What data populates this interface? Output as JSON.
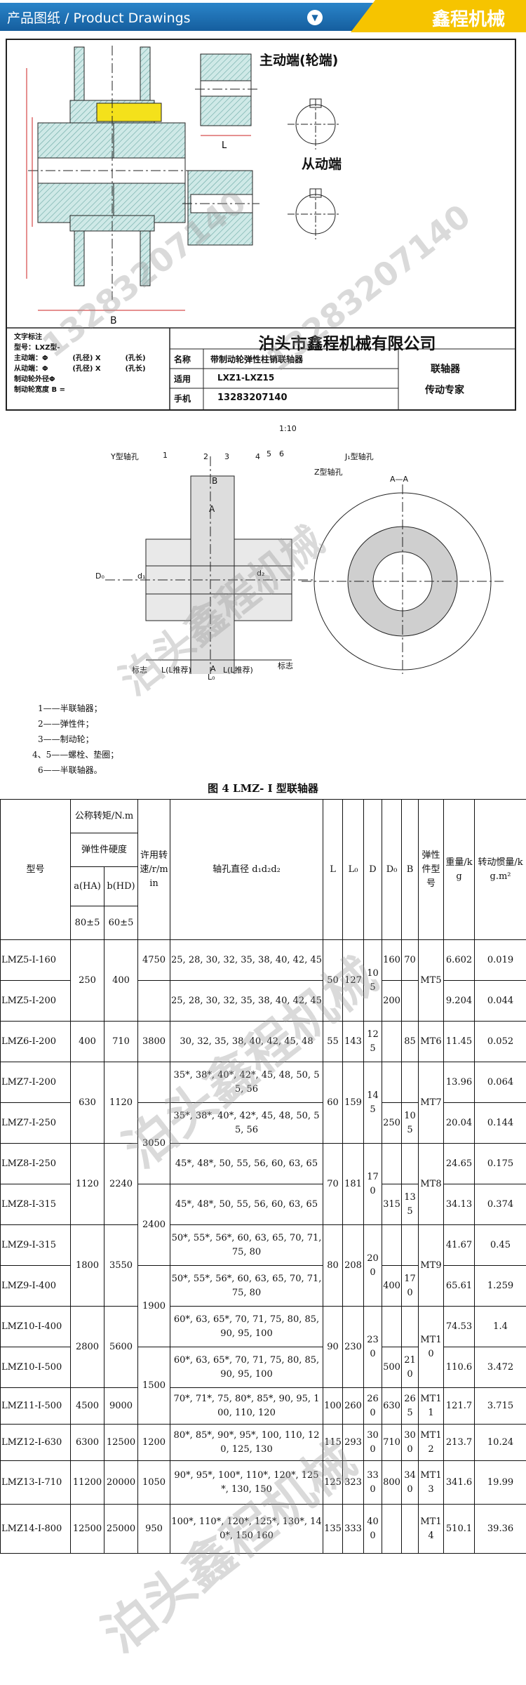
{
  "header": {
    "title": "产品图纸 / Product Drawings",
    "nav_icon": "chevron-down-icon",
    "brand": "鑫程机械",
    "colors": {
      "primary": "#1a6bb0",
      "accent": "#f6c400"
    }
  },
  "drawing1": {
    "view_driving": "主动端(轮端)",
    "view_driven": "从动端",
    "dim_L": "L",
    "dim_B": "B",
    "title_company": "泊头市鑫程机械有限公司",
    "row_name_label": "名称",
    "row_name_value": "带制动轮弹性柱销联轴器",
    "row_apply_label": "适用",
    "row_apply_value": "LXZ1-LXZ15",
    "row_phone_label": "手机",
    "row_phone_value": "13283207140",
    "side_top": "联轴器",
    "side_bottom": "传动专家",
    "notes": [
      "文字标注",
      "型号：LXZ型-",
      "主动端：Φ          (孔径) X          (孔长)",
      "从动端：Φ          (孔径) X          (孔长)",
      "制动轮外径Φ",
      "制动轮宽度 B ="
    ],
    "watermark": "13283207140"
  },
  "drawing2": {
    "scale": "1:10",
    "labels": {
      "y_hole": "Y型轴孔",
      "n1": "1",
      "n2": "2",
      "n3": "3",
      "n4": "4",
      "n5": "5",
      "n6": "6",
      "z_hole": "Z型轴孔",
      "j1_hole": "J₁型轴孔",
      "B": "B",
      "A": "A",
      "section": "A—A",
      "D0": "D₀",
      "d1": "d₁",
      "d2": "d₂",
      "biaozhi_left": "标志",
      "biaozhi_right": "标志",
      "L_left": "L(L推荐)",
      "L_right": "L(L推荐)",
      "A_bottom": "A",
      "L0": "L₀"
    },
    "watermark": "泊头鑫程机械"
  },
  "legend": [
    "1——半联轴器；",
    "2——弹性件；",
    "3——制动轮；",
    "4、5——螺栓、垫圈；",
    "6——半联轴器。"
  ],
  "figure_caption": "图 4   LMZ- I 型联轴器",
  "table": {
    "headers": {
      "model": "型号",
      "torque": "公称转矩/N.m",
      "hardness": "弹性件硬度",
      "a_ha": "a(HA)",
      "b_hd": "b(HD)",
      "a_range": "80±5",
      "b_range": "60±5",
      "speed": "许用转速/r/min",
      "bore": "轴孔直径 d₁d₂d₂",
      "L": "L",
      "L0": "L₀",
      "D": "D",
      "D0": "D₀",
      "B": "B",
      "element": "弹性件型号",
      "weight": "重量/kg",
      "inertia": "转动惯量/kg.m²"
    },
    "rows": [
      {
        "model": "LMZ5-I-160",
        "bore": "25, 28, 30, 32, 35, 38, 40, 42, 45",
        "weight": "6.602",
        "inertia": "0.019"
      },
      {
        "model": "LMZ5-I-200",
        "bore": "25, 28, 30, 32, 35, 38, 40, 42, 45",
        "weight": "9.204",
        "inertia": "0.044"
      },
      {
        "model": "LMZ6-I-200",
        "bore": "30, 32, 35, 38, 40, 42, 45, 48",
        "weight": "11.45",
        "inertia": "0.052"
      },
      {
        "model": "LMZ7-I-200",
        "bore": "35*, 38*, 40*, 42*, 45, 48, 50, 55, 56",
        "weight": "13.96",
        "inertia": "0.064"
      },
      {
        "model": "LMZ7-I-250",
        "bore": "35*, 38*, 40*, 42*, 45, 48, 50, 55, 56",
        "weight": "20.04",
        "inertia": "0.144"
      },
      {
        "model": "LMZ8-I-250",
        "bore": "45*, 48*, 50, 55, 56, 60, 63, 65",
        "weight": "24.65",
        "inertia": "0.175"
      },
      {
        "model": "LMZ8-I-315",
        "bore": "45*, 48*, 50, 55, 56, 60, 63, 65",
        "weight": "34.13",
        "inertia": "0.374"
      },
      {
        "model": "LMZ9-I-315",
        "bore": "50*, 55*, 56*, 60, 63, 65, 70, 71, 75, 80",
        "weight": "41.67",
        "inertia": "0.45"
      },
      {
        "model": "LMZ9-I-400",
        "bore": "50*, 55*, 56*, 60, 63, 65, 70, 71, 75, 80",
        "weight": "65.61",
        "inertia": "1.259"
      },
      {
        "model": "LMZ10-I-400",
        "bore": "60*, 63, 65*, 70, 71, 75, 80, 85, 90, 95, 100",
        "weight": "74.53",
        "inertia": "1.4"
      },
      {
        "model": "LMZ10-I-500",
        "bore": "60*, 63, 65*, 70, 71, 75, 80, 85, 90, 95, 100",
        "weight": "110.6",
        "inertia": "3.472"
      },
      {
        "model": "LMZ11-I-500",
        "bore": "70*, 71*, 75, 80*, 85*, 90, 95, 100, 110, 120",
        "weight": "121.7",
        "inertia": "3.715"
      },
      {
        "model": "LMZ12-I-630",
        "bore": "80*, 85*, 90*, 95*, 100, 110, 120, 125, 130",
        "weight": "213.7",
        "inertia": "10.24"
      },
      {
        "model": "LMZ13-I-710",
        "bore": "90*, 95*, 100*, 110*, 120*, 125*, 130, 150",
        "weight": "341.6",
        "inertia": "19.99"
      },
      {
        "model": "LMZ14-I-800",
        "bore": "100*, 110*, 120*, 125*, 130*, 140*, 150 160",
        "weight": "510.1",
        "inertia": "39.36"
      }
    ],
    "merged": {
      "torque_a_1": "250",
      "torque_b_1": "400",
      "torque_a_2": "400",
      "torque_b_2": "710",
      "torque_a_3": "630",
      "torque_b_3": "1120",
      "torque_a_4": "1120",
      "torque_b_4": "2240",
      "torque_a_5": "1800",
      "torque_b_5": "3550",
      "torque_a_6": "2800",
      "torque_b_6": "5600",
      "torque_a_7": "4500",
      "torque_b_7": "9000",
      "torque_a_8": "6300",
      "torque_b_8": "12500",
      "torque_a_9": "11200",
      "torque_b_9": "20000",
      "torque_a_10": "12500",
      "torque_b_10": "25000",
      "speed_1": "4750",
      "speed_2": "3800",
      "speed_3": "3050",
      "speed_4": "2400",
      "speed_5": "1900",
      "speed_6": "1500",
      "speed_7": "1200",
      "speed_8": "1050",
      "speed_9": "950",
      "L_1": "50",
      "L_2": "55",
      "L_3": "60",
      "L_4": "70",
      "L_5": "80",
      "L_6": "90",
      "L_7": "100",
      "L_8": "115",
      "L_9": "125",
      "L_10": "135",
      "L0_1": "127",
      "L0_2": "143",
      "L0_3": "159",
      "L0_4": "181",
      "L0_5": "208",
      "L0_6": "230",
      "L0_7": "260",
      "L0_8": "293",
      "L0_9": "323",
      "L0_10": "333",
      "D_1": "105",
      "D_2": "125",
      "D_3": "145",
      "D_4": "170",
      "D_5": "200",
      "D_6": "230",
      "D_7": "260",
      "D_8": "300",
      "D_9": "330",
      "D_10": "400",
      "D0_1": "160",
      "D0_2": "200",
      "D0_3": "250",
      "D0_4": "315",
      "D0_5": "400",
      "D0_6": "500",
      "D0_7": "630",
      "D0_8": "710",
      "D0_9": "800",
      "B_1": "70",
      "B_2": "85",
      "B_3": "105",
      "B_4": "135",
      "B_5": "170",
      "B_6": "210",
      "B_7": "265",
      "B_8": "300",
      "B_9": "340",
      "el_1": "MT5",
      "el_2": "MT6",
      "el_3": "MT7",
      "el_4": "MT8",
      "el_5": "MT9",
      "el_6": "MT10",
      "el_7": "MT11",
      "el_8": "MT12",
      "el_9": "MT13",
      "el_10": "MT14"
    }
  }
}
